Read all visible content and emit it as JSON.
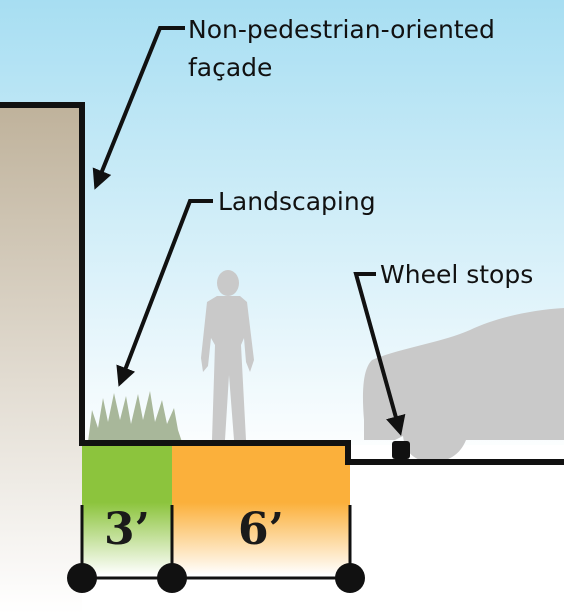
{
  "labels": {
    "facade_line1": "Non-pedestrian-oriented",
    "facade_line2": "façade",
    "landscaping": "Landscaping",
    "wheel_stops": "Wheel stops"
  },
  "dimensions": {
    "landscape_width": "3’",
    "walkway_width": "6’"
  },
  "colors": {
    "sky_top": "#a7def2",
    "sky_bottom": "#ffffff",
    "building": "#bfb29b",
    "landscape_strip": "#8cc43d",
    "walkway_strip": "#fbb03b",
    "silhouette": "#c9c9c9",
    "grass": "#a8b79a",
    "outline": "#111111"
  }
}
